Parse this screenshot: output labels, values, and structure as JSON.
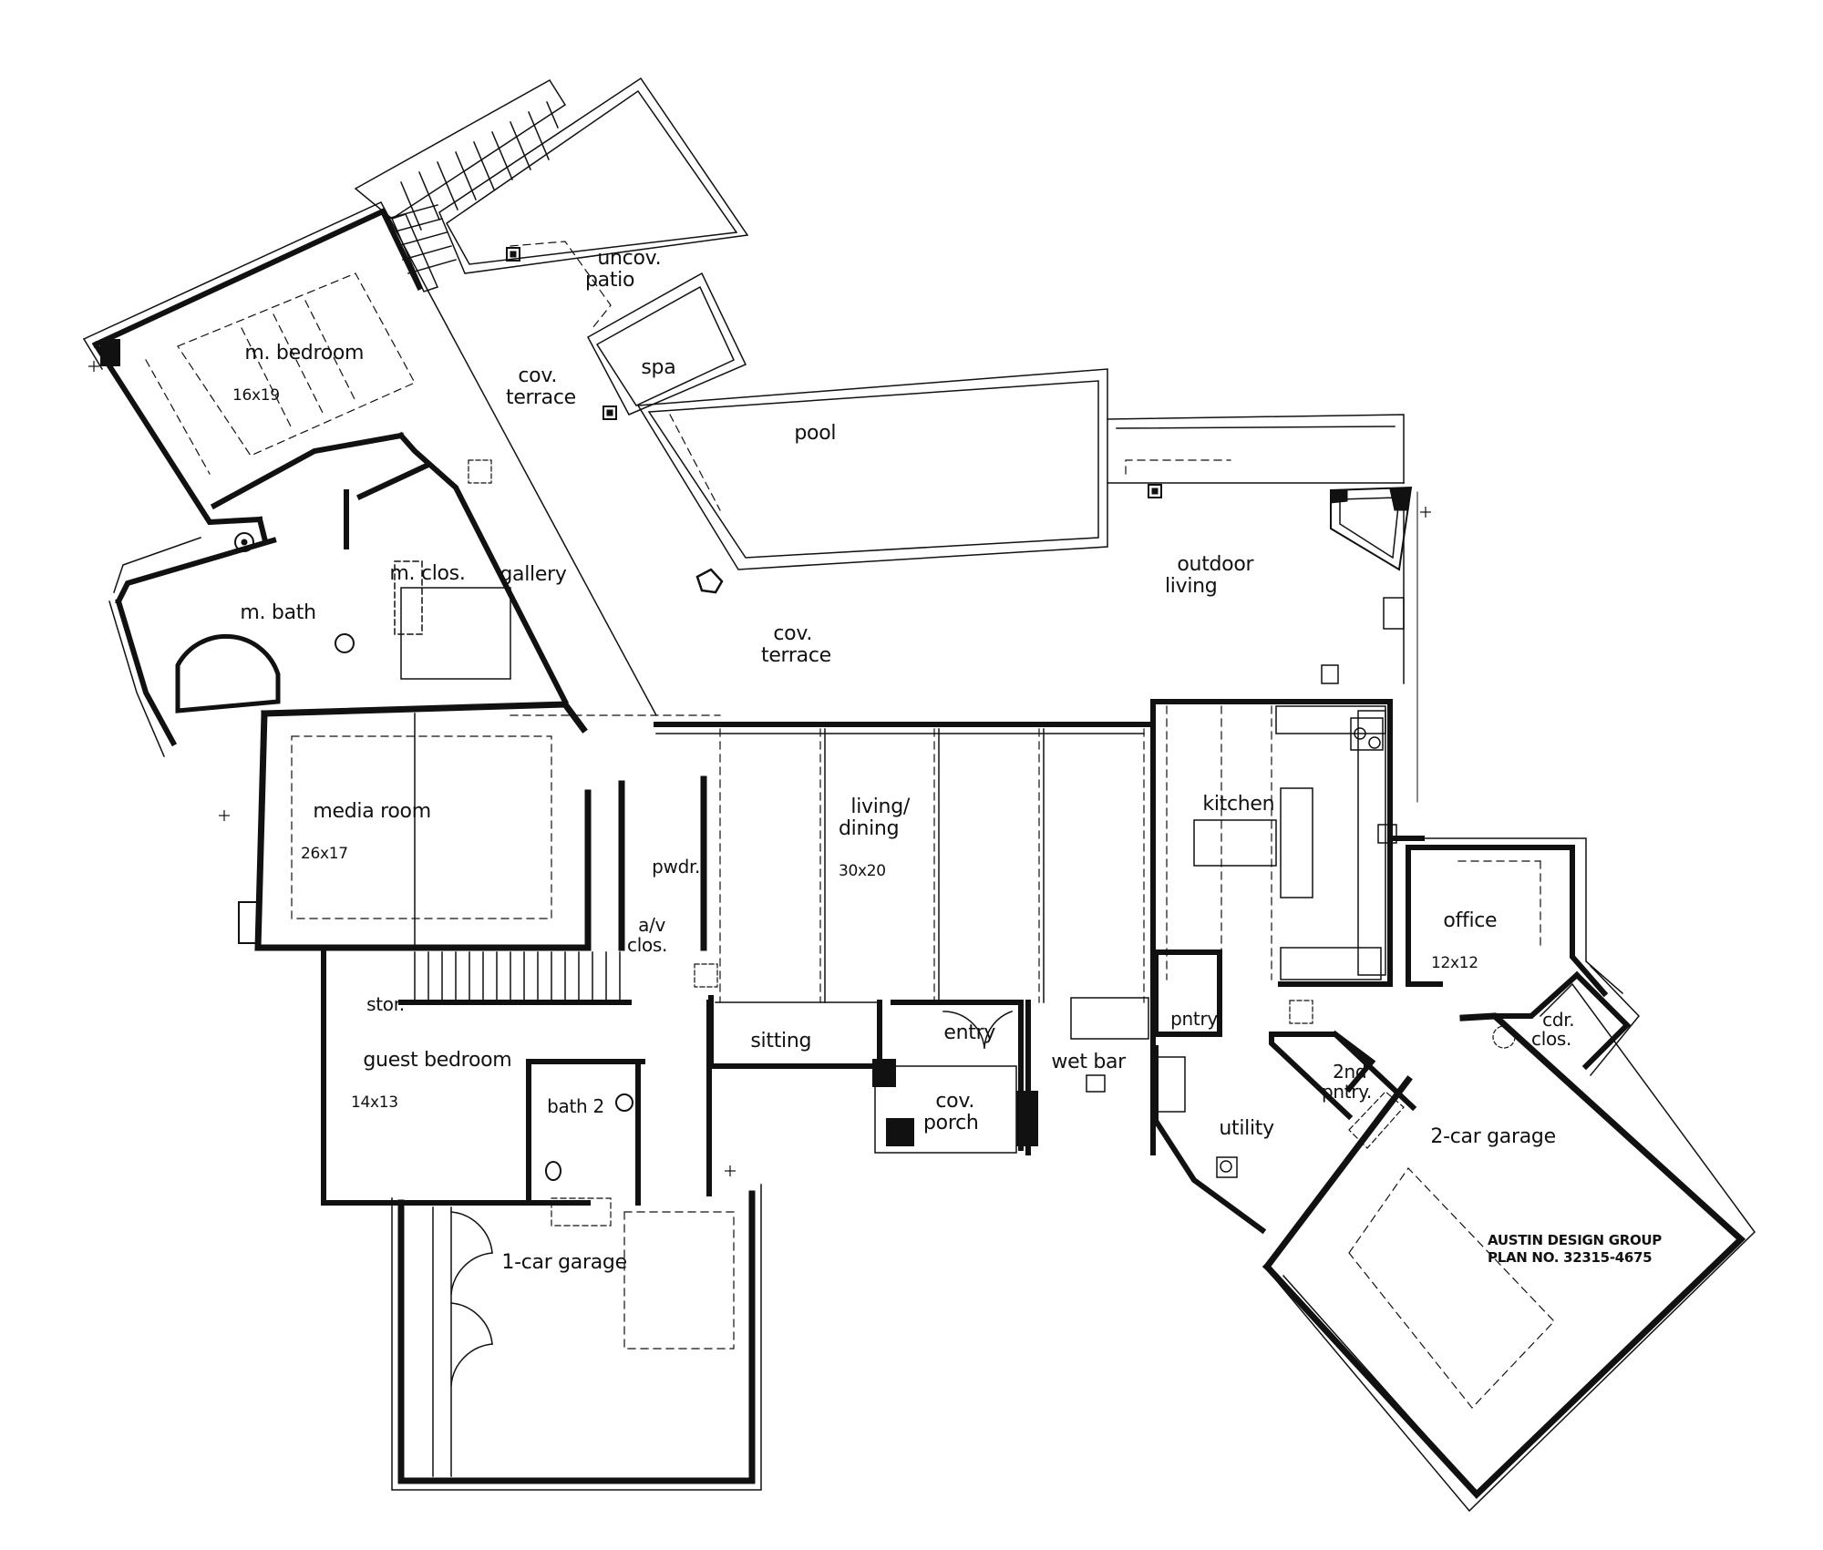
{
  "plan": {
    "credit": {
      "company": "AUSTIN DESIGN GROUP",
      "plan_number": "PLAN NO. 32315-4675"
    },
    "rooms": [
      {
        "id": "m-bedroom",
        "name": "m. bedroom",
        "size": "16x19"
      },
      {
        "id": "m-bath",
        "name": "m. bath",
        "size": ""
      },
      {
        "id": "m-clos",
        "name": "m. clos.",
        "size": ""
      },
      {
        "id": "gallery",
        "name": "gallery",
        "size": ""
      },
      {
        "id": "cov-terrace-upper",
        "name": "cov.\nterrace",
        "size": ""
      },
      {
        "id": "uncov-patio",
        "name": "uncov.\npatio",
        "size": ""
      },
      {
        "id": "spa",
        "name": "spa",
        "size": ""
      },
      {
        "id": "pool",
        "name": "pool",
        "size": ""
      },
      {
        "id": "outdoor-living",
        "name": "outdoor\nliving",
        "size": ""
      },
      {
        "id": "cov-terrace-main",
        "name": "cov.\nterrace",
        "size": ""
      },
      {
        "id": "media-room",
        "name": "media room",
        "size": "26x17"
      },
      {
        "id": "pwdr",
        "name": "pwdr.",
        "size": ""
      },
      {
        "id": "av-clos",
        "name": "a/v\nclos.",
        "size": ""
      },
      {
        "id": "living-dining",
        "name": "living/\ndining",
        "size": "30x20"
      },
      {
        "id": "kitchen",
        "name": "kitchen",
        "size": ""
      },
      {
        "id": "office",
        "name": "office",
        "size": "12x12"
      },
      {
        "id": "cdr-clos",
        "name": "cdr.\nclos.",
        "size": ""
      },
      {
        "id": "pntry",
        "name": "pntry.",
        "size": ""
      },
      {
        "id": "2nd-pntry",
        "name": "2nd\npntry.",
        "size": ""
      },
      {
        "id": "utility",
        "name": "utility",
        "size": ""
      },
      {
        "id": "stor",
        "name": "stor.",
        "size": ""
      },
      {
        "id": "guest-bedroom",
        "name": "guest bedroom",
        "size": "14x13"
      },
      {
        "id": "bath-2",
        "name": "bath 2",
        "size": ""
      },
      {
        "id": "sitting",
        "name": "sitting",
        "size": ""
      },
      {
        "id": "entry",
        "name": "entry",
        "size": ""
      },
      {
        "id": "cov-porch",
        "name": "cov.\nporch",
        "size": ""
      },
      {
        "id": "wet-bar",
        "name": "wet bar",
        "size": ""
      },
      {
        "id": "1-car-garage",
        "name": "1-car garage",
        "size": ""
      },
      {
        "id": "2-car-garage",
        "name": "2-car garage",
        "size": ""
      }
    ]
  }
}
